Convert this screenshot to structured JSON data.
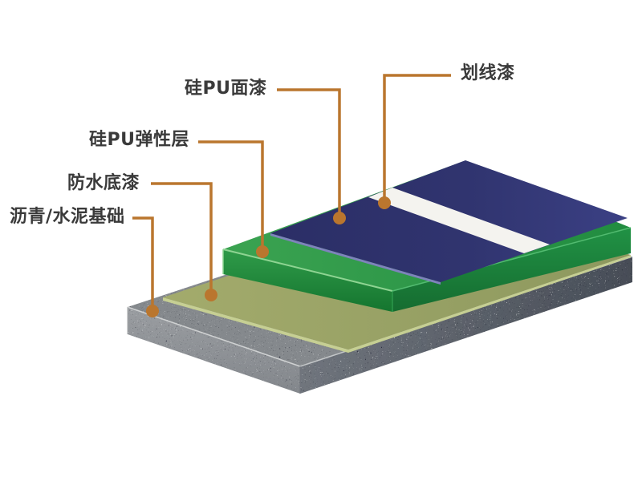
{
  "page": {
    "background": "#ffffff"
  },
  "diagram": {
    "type": "isometric-layer-diagram",
    "labels": [
      {
        "id": "topcoat",
        "text": "硅PU面漆"
      },
      {
        "id": "line-paint",
        "text": "划线漆"
      },
      {
        "id": "elastic",
        "text": "硅PU弹性层"
      },
      {
        "id": "primer",
        "text": "防水底漆"
      },
      {
        "id": "base",
        "text": "沥青/水泥基础"
      }
    ],
    "colors": {
      "leader": "#ba762e",
      "label_text": "#3a3a3a",
      "topcoat_blue": "#2e3270",
      "topcoat_edge": "#7e83bb",
      "marking_white": "#f4f3ef",
      "elastic_green": "#2f9b49",
      "primer_olive": "#9aa266",
      "primer_edge": "#c6cf93",
      "base_gray": "#8f9296"
    }
  }
}
